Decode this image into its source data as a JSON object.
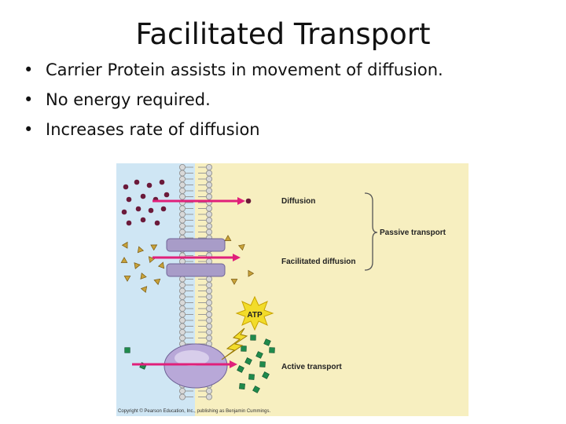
{
  "slide": {
    "title": "Facilitated Transport",
    "bullets": [
      "Carrier Protein assists in movement of diffusion.",
      "No energy required.",
      "Increases rate of diffusion"
    ],
    "bullet_glyph": "•"
  },
  "figure": {
    "labels": {
      "diffusion": "Diffusion",
      "facilitated": "Facilitated diffusion",
      "active": "Active transport",
      "passive": "Passive transport",
      "atp": "ATP"
    },
    "copyright": "Copyright © Pearson Education, Inc., publishing as Benjamin Cummings.",
    "colors": {
      "outside": "#cfe6f4",
      "inside": "#f7efc0",
      "arrow": "#e0207a",
      "molecule_dot": "#6b1a3a",
      "molecule_triangle": "#c8a23a",
      "molecule_square": "#1f8a4c",
      "channel": "#a89cc8",
      "pump": "#b8a8d8",
      "atp_burst": "#f2dc2a"
    },
    "icons": {
      "atp": "starburst",
      "energy": "lightning-bolt"
    }
  }
}
